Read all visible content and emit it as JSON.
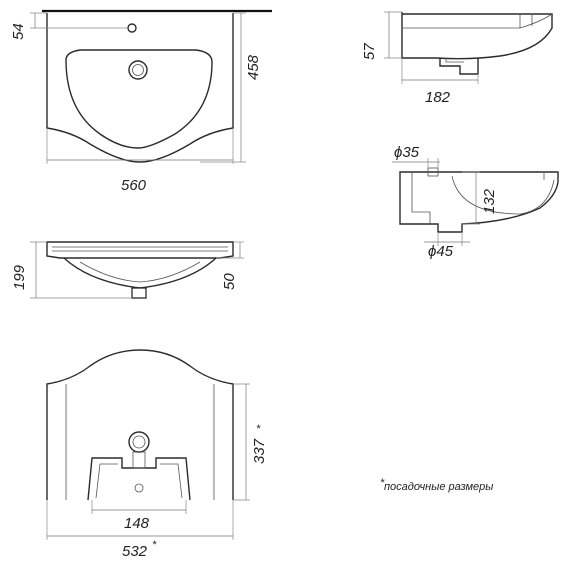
{
  "drawing": {
    "top_view": {
      "dim_faucet_offset": "54",
      "dim_depth": "458",
      "dim_width": "560"
    },
    "side_view": {
      "dim_height": "57",
      "dim_depth": "182"
    },
    "section_view": {
      "dim_faucet_hole": "ϕ35",
      "dim_bowl_depth": "132",
      "dim_drain_hole": "ϕ45"
    },
    "front_view": {
      "dim_total_height": "199",
      "dim_rim_height": "50"
    },
    "cutout_view": {
      "dim_cutout_depth": "337",
      "dim_drain_width": "148",
      "dim_cutout_width": "532",
      "asterisk": "*"
    },
    "note": "посадочные размеры",
    "note_mark": "*"
  }
}
